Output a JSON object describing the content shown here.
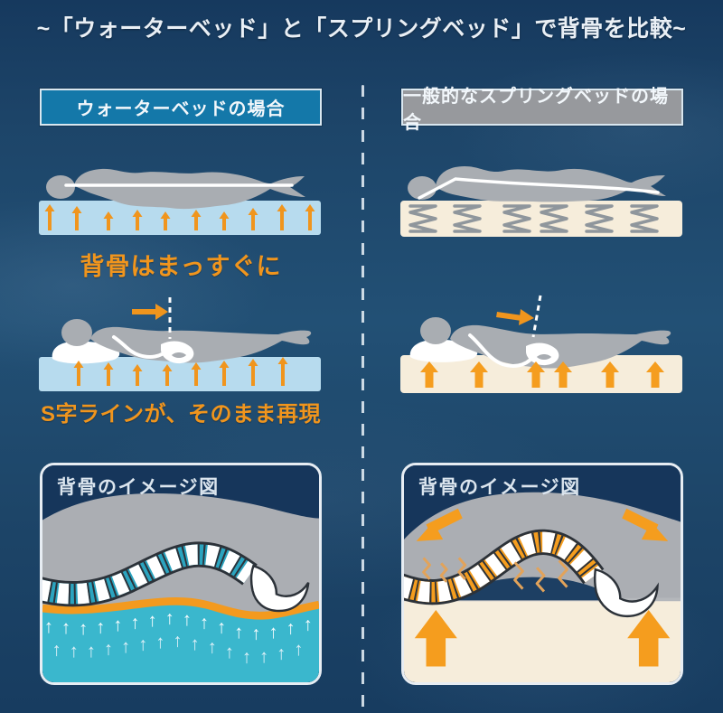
{
  "title": "~「ウォーターベッド」と「スプリングベッド」で背骨を比較~",
  "left_column": {
    "header_label": "ウォーターベッドの場合",
    "caption_top": "背骨はまっすぐに",
    "caption_middle": "S字ラインが、そのまま再現",
    "panel_title": "背骨のイメージ図"
  },
  "right_column": {
    "header_label": "一般的なスプリングベッドの場合",
    "panel_title": "背骨のイメージ図"
  },
  "colors": {
    "background_navy": "#1e456a",
    "accent_orange": "#f0951d",
    "waterbed_header": "#1478a9",
    "springbed_header": "#97999d",
    "waterbed_mattress": "#b7dbee",
    "springbed_mattress": "#f6eddb",
    "body_gray": "#a9adb2",
    "water_teal": "#3ab7cd",
    "spine_disc_teal": "#2ba4bf",
    "spine_disc_orange": "#f59d1e"
  }
}
